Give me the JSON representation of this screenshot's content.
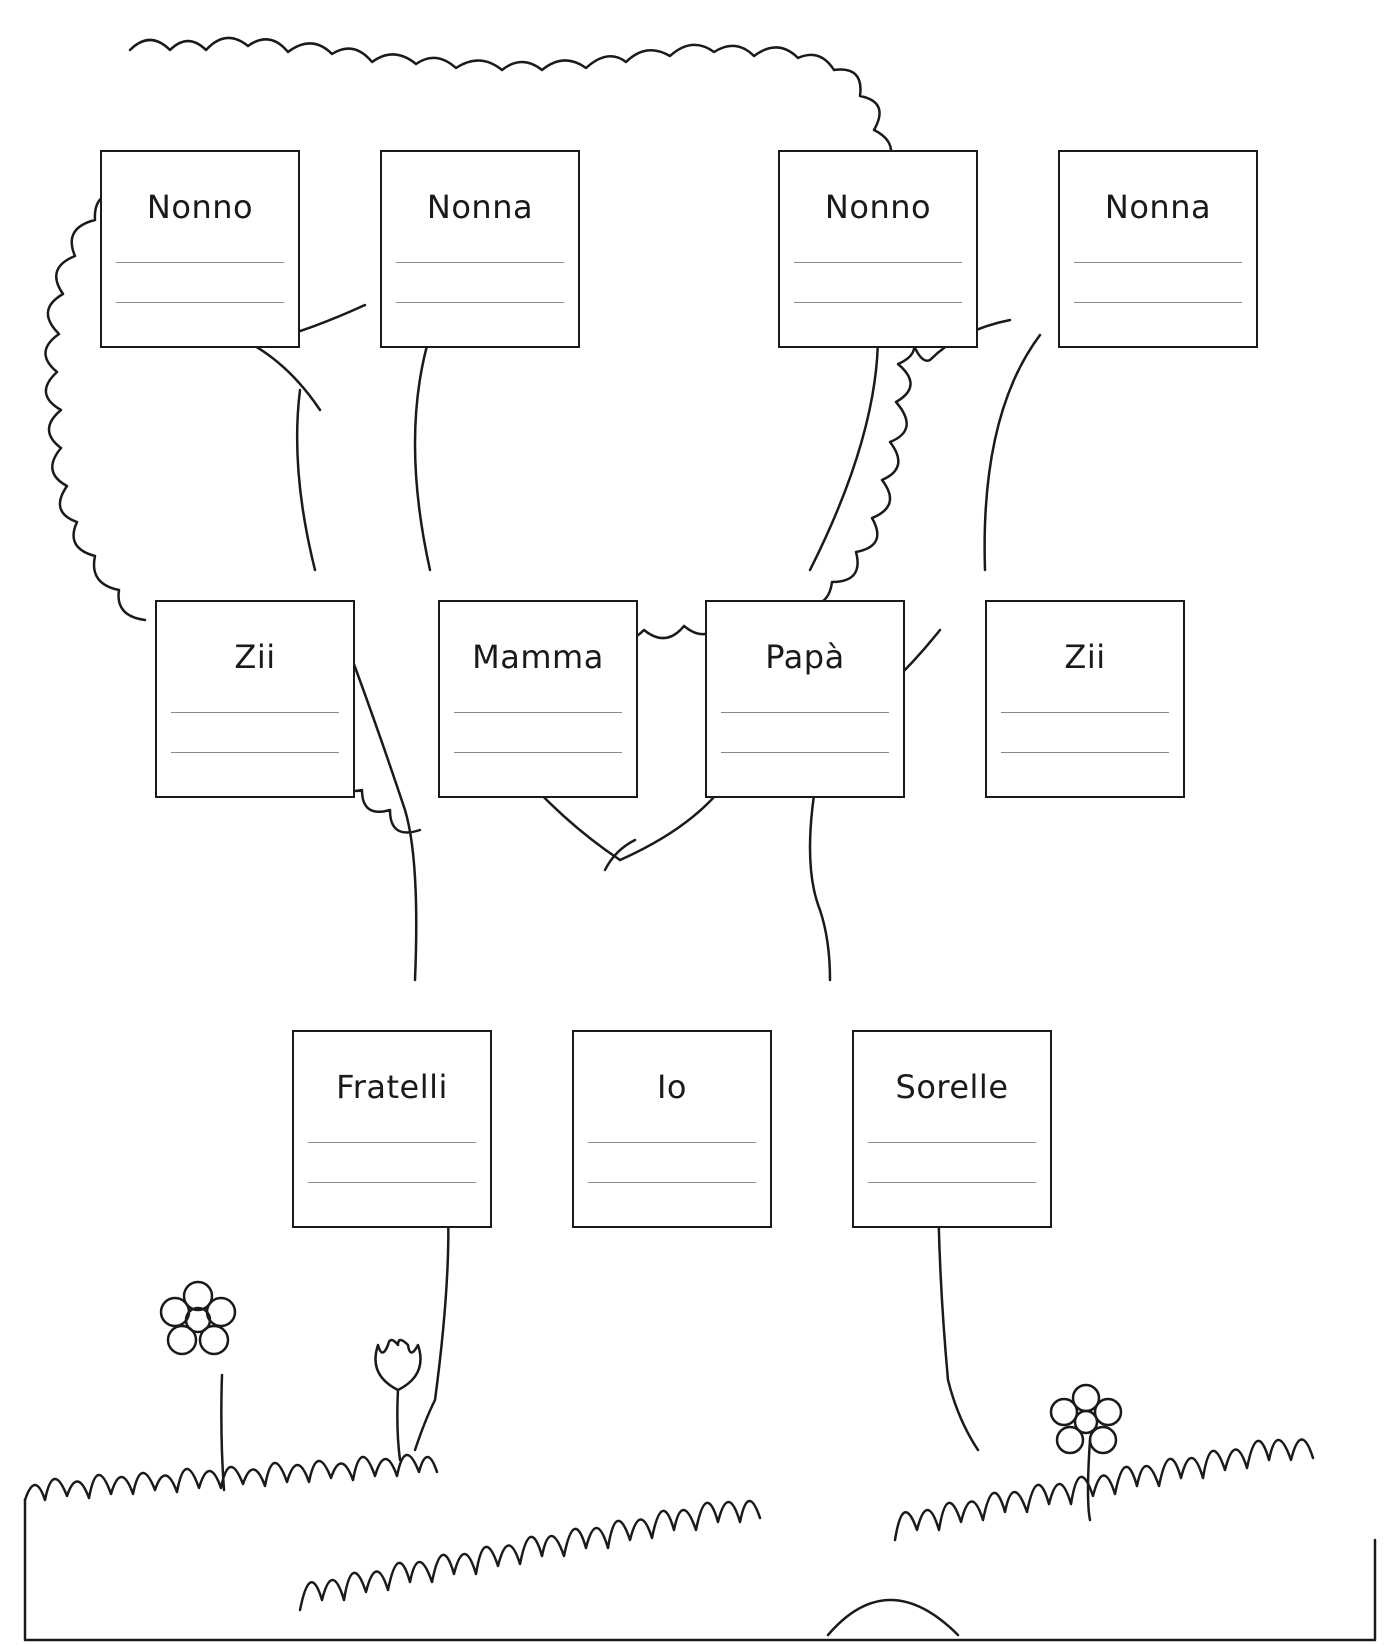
{
  "family_tree": {
    "grandparents": [
      {
        "label": "Nonno"
      },
      {
        "label": "Nonna"
      },
      {
        "label": "Nonno"
      },
      {
        "label": "Nonna"
      }
    ],
    "parents": [
      {
        "label": "Zii"
      },
      {
        "label": "Mamma"
      },
      {
        "label": "Papà"
      },
      {
        "label": "Zii"
      }
    ],
    "children": [
      {
        "label": "Fratelli"
      },
      {
        "label": "Io"
      },
      {
        "label": "Sorelle"
      }
    ]
  },
  "colors": {
    "ink": "#1a1a1a",
    "writing_line": "#8a8a8a",
    "background": "#ffffff"
  }
}
